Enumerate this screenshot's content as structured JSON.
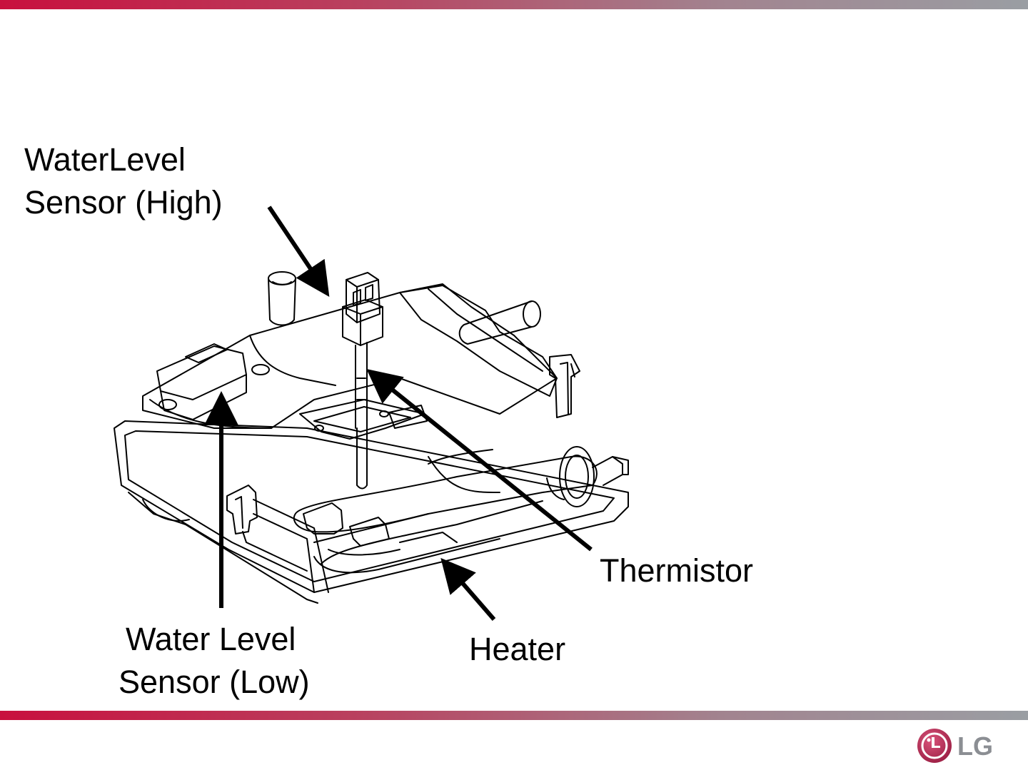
{
  "labels": {
    "water_level_high": [
      "WaterLevel",
      "Sensor (High)"
    ],
    "water_level_low": [
      "Water Level",
      "Sensor (Low)"
    ],
    "thermistor": "Thermistor",
    "heater": "Heater"
  },
  "logo": {
    "text": "LG",
    "color": "#a8304f"
  },
  "colors": {
    "accent_bar_start": "#c8103e",
    "accent_bar_end": "#9a9ea3"
  }
}
